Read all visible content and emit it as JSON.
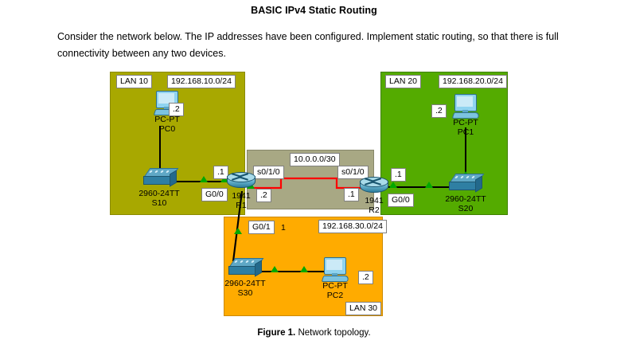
{
  "document": {
    "title": "BASIC IPv4 Static Routing",
    "intro": "Consider the network below. The IP addresses have been configured. Implement static routing, so that there is full connectivity between any two devices.",
    "caption_label": "Figure 1.",
    "caption_text": " Network topology."
  },
  "colors": {
    "lan10": "#a8a800",
    "lan20": "#54ab00",
    "lan30": "#ffab00",
    "wan": "#a8a884",
    "serial_link": "#ff0000",
    "ethernet_link": "#000000",
    "connector_marker": "#00a800"
  },
  "topology": {
    "zones": {
      "lan10": {
        "name": "LAN 10",
        "network": "192.168.10.0/24"
      },
      "lan20": {
        "name": "LAN 20",
        "network": "192.168.20.0/24"
      },
      "lan30": {
        "name": "LAN 30",
        "network": "192.168.30.0/24"
      },
      "wan": {
        "network": "10.0.0.0/30"
      }
    },
    "devices": {
      "pc0": {
        "model": "PC-PT",
        "name": "PC0",
        "host_octet": ".2"
      },
      "pc1": {
        "model": "PC-PT",
        "name": "PC1",
        "host_octet": ".2"
      },
      "pc2": {
        "model": "PC-PT",
        "name": "PC2",
        "host_octet": ".2"
      },
      "s10": {
        "model": "2960-24TT",
        "name": "S10"
      },
      "s20": {
        "model": "2960-24TT",
        "name": "S20"
      },
      "s30": {
        "model": "2960-24TT",
        "name": "S30"
      },
      "r1": {
        "model": "1941",
        "name": "R1"
      },
      "r2": {
        "model": "1941",
        "name": "R2"
      }
    },
    "interfaces": {
      "r1_g00": {
        "label": "G0/0",
        "host_octet": ".1"
      },
      "r1_g01": {
        "label": "G0/1",
        "host_octet": "1"
      },
      "r1_s0100": {
        "label": "s0/1/0",
        "host_octet": ".2"
      },
      "r2_s0100": {
        "label": "s0/1/0",
        "host_octet": ".1"
      },
      "r2_g00": {
        "label": "G0/0",
        "host_octet": ".1"
      }
    }
  }
}
